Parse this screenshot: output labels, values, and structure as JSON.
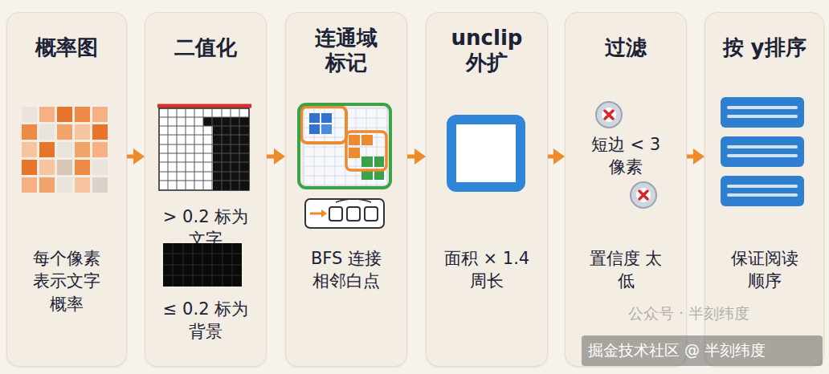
{
  "diagram": {
    "nodes": [
      {
        "text": [
          "概率图",
          "每个像素 表示文字 概率"
        ]
      },
      {
        "text": [
          "二值化",
          "> 0.2 标为文字",
          "≤ 0.2 标为背景"
        ]
      },
      {
        "text": [
          "连通域 标记",
          "BFS 连接 相邻白点"
        ]
      },
      {
        "text": [
          "unclip 外扩",
          "面积 × 1.4 周长"
        ]
      },
      {
        "text": [
          "过滤",
          "短边 < 3 像素",
          "置信度 太低"
        ]
      },
      {
        "text": [
          "按 y排序",
          "保证阅读 顺序"
        ]
      }
    ],
    "edges": [
      {
        "from": 0,
        "to": 1,
        "arrow": "to"
      },
      {
        "from": 1,
        "to": 2,
        "arrow": "to"
      },
      {
        "from": 2,
        "to": 3,
        "arrow": "to"
      },
      {
        "from": 3,
        "to": 4,
        "arrow": "to"
      },
      {
        "from": 4,
        "to": 5,
        "arrow": "to"
      }
    ],
    "labels": [
      "公众号 · 半刻纬度",
      "掘金技术社区 @ 半刻纬度"
    ]
  }
}
